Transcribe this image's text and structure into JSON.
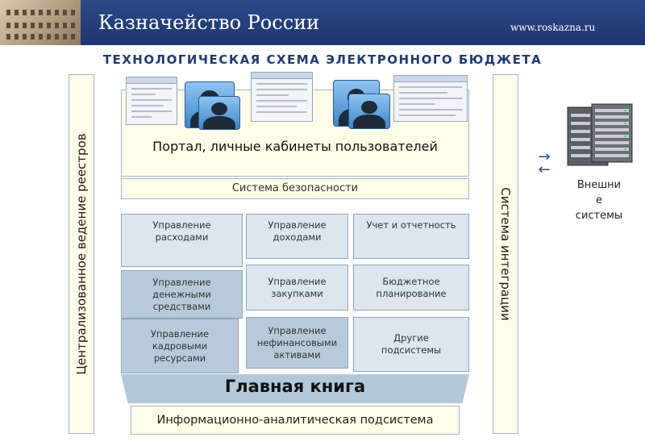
{
  "header": {
    "title": "Казначейство России",
    "url": "www.roskazna.ru"
  },
  "subtitle": "ТЕХНОЛОГИЧЕСКАЯ СХЕМА ЭЛЕКТРОННОГО БЮДЖЕТА",
  "left_bar": "Централизованное ведение реестров",
  "right_bar": "Система интеграции",
  "portal": "Портал, личные кабинеты пользователей",
  "security": "Система безопасности",
  "modules": {
    "expenses": "Управление\nрасходами",
    "revenues": "Управление\nдоходами",
    "reporting": "Учет и отчетность",
    "cash": "Управление\nденежными\nсредствами",
    "procurement": "Управление\nзакупками",
    "budget_planning": "Бюджетное\nпланирование",
    "hr": "Управление\nкадровыми\nресурсами",
    "nonfinancial_assets": "Управление\nнефинансовыми\nактивами",
    "other": "Другие\nподсистемы"
  },
  "ledger": "Главная книга",
  "analytics": "Информационно-аналитическая подсистема",
  "external": "Внешни\nе\nсистемы",
  "arrows": {
    "out": "→",
    "in": "←"
  },
  "colors": {
    "header_bg": "#253f7c",
    "title_text": "#1f3a73",
    "module_light": "#dce6ee",
    "module_dark": "#b7cadb",
    "panel_yellow": "#fdfde8"
  }
}
